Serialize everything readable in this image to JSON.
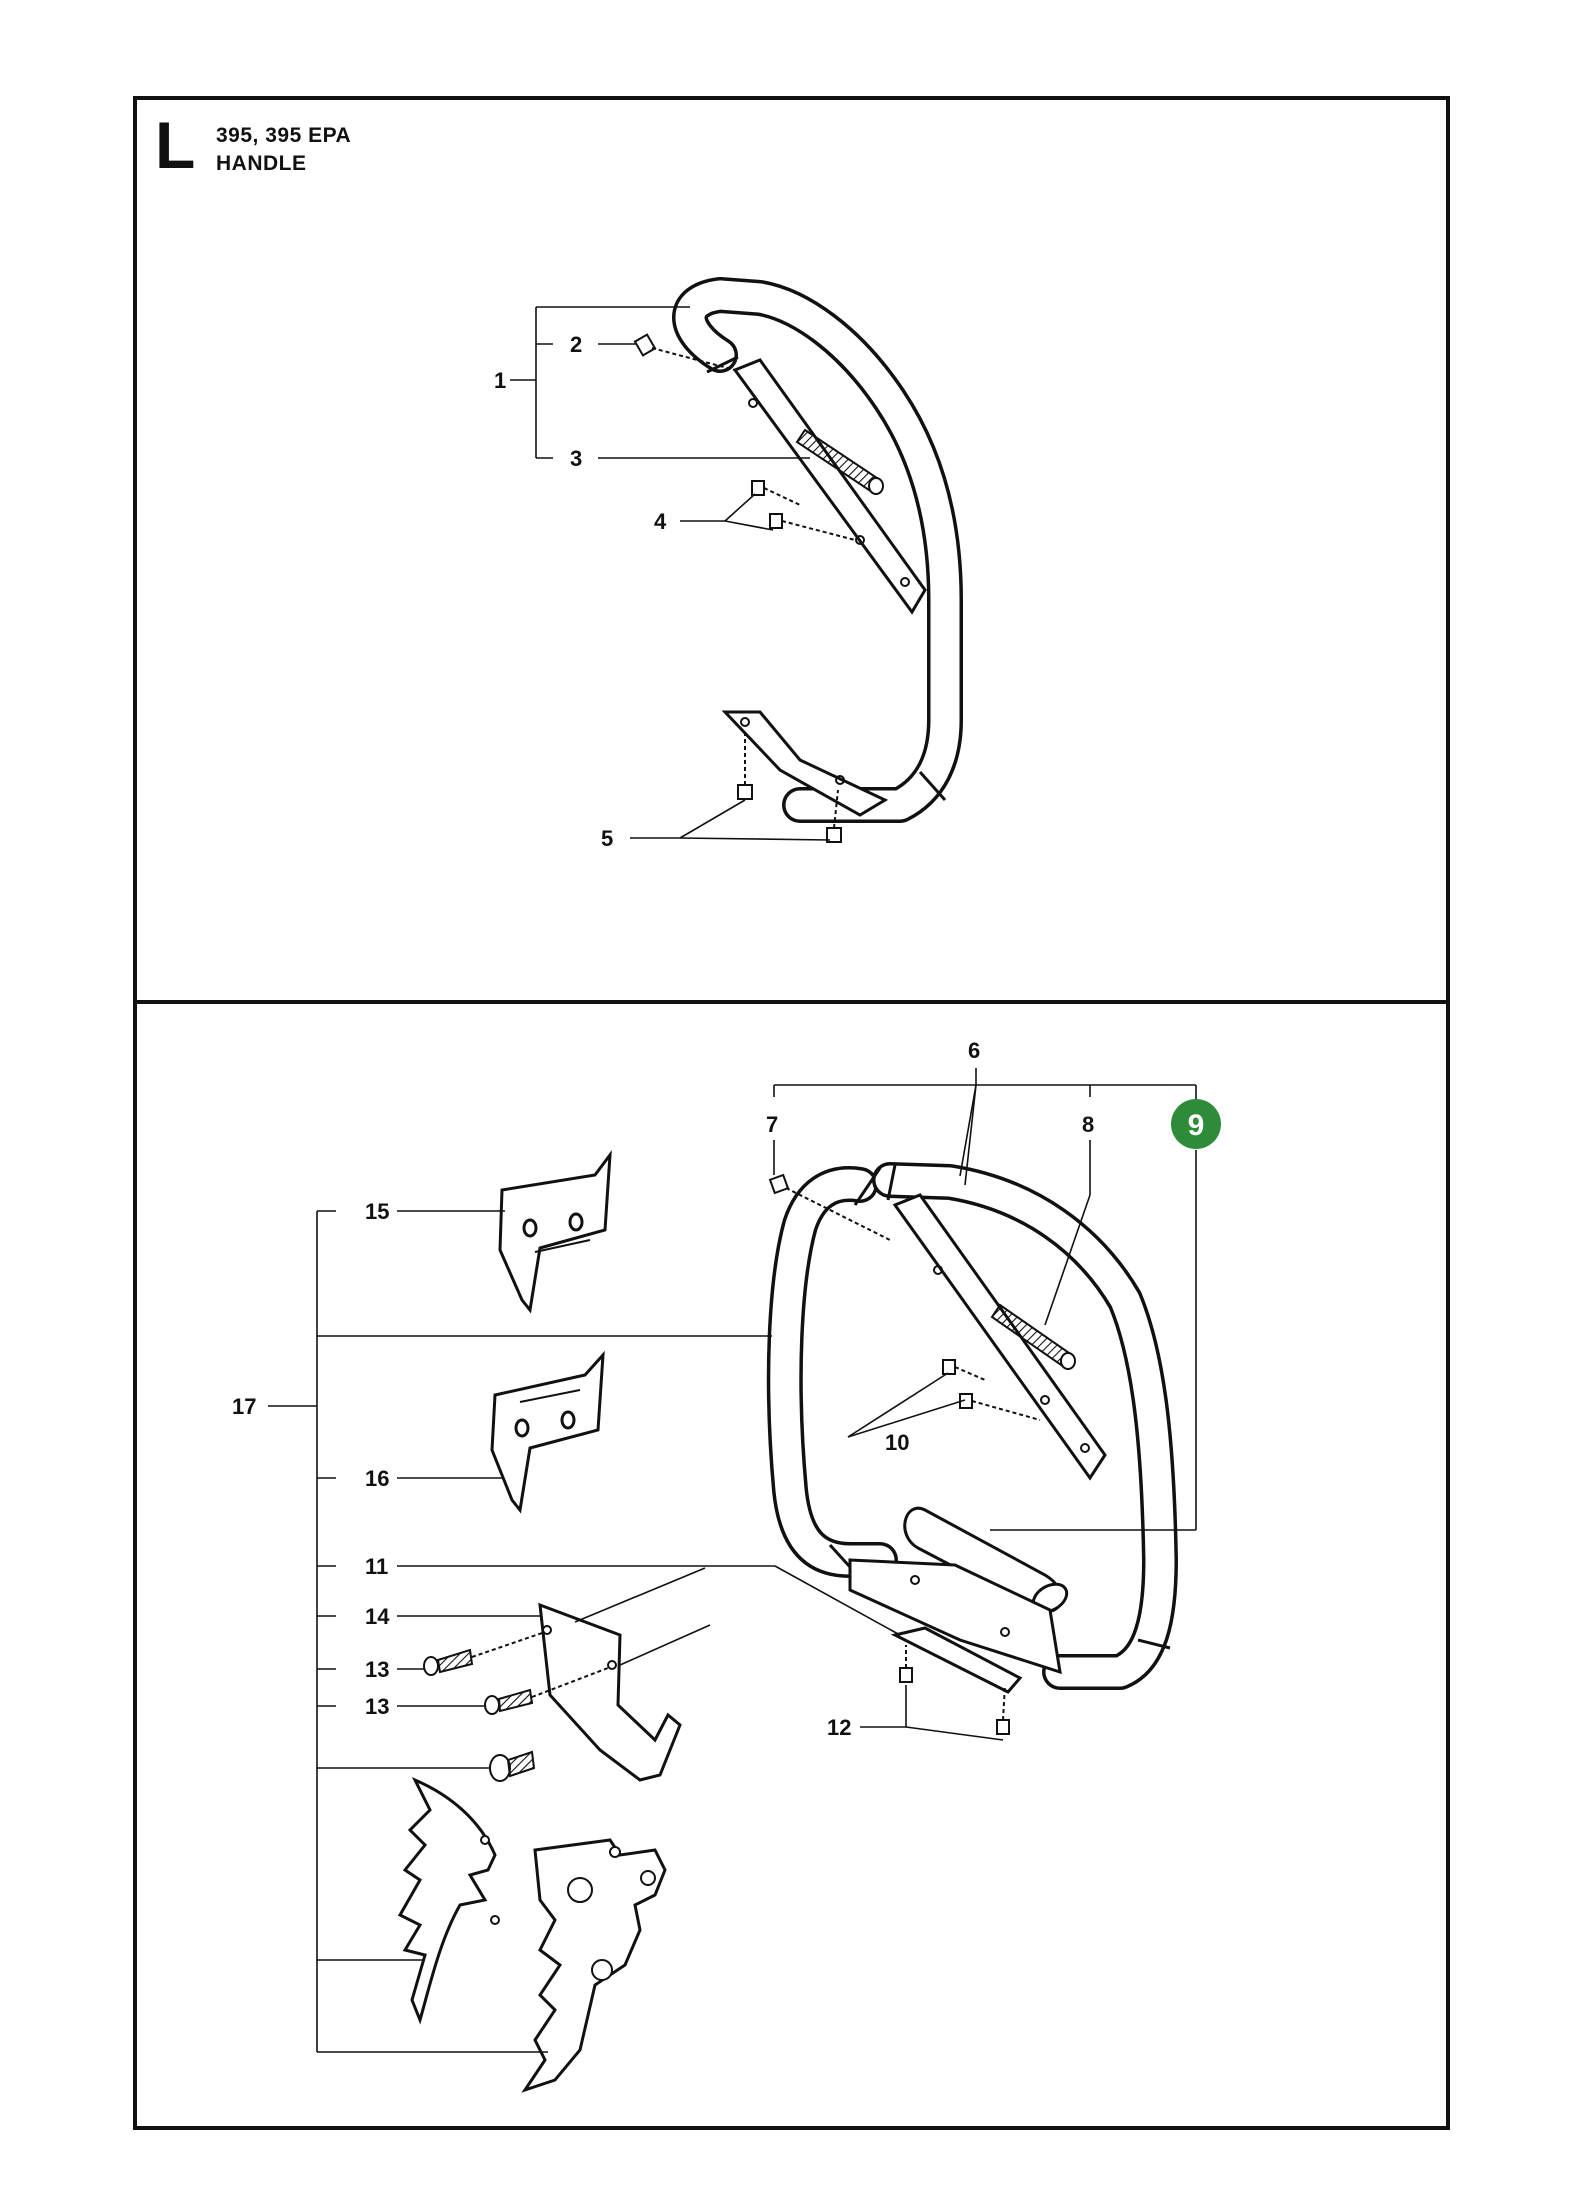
{
  "header": {
    "section_letter": "L",
    "model": "395, 395 EPA",
    "title": "HANDLE"
  },
  "top_panel": {
    "part_labels": [
      "1",
      "2",
      "3",
      "4",
      "5"
    ]
  },
  "bottom_panel": {
    "part_labels": [
      "6",
      "7",
      "8",
      "10",
      "11",
      "12",
      "13",
      "13",
      "14",
      "15",
      "16",
      "17"
    ],
    "highlight_badge": {
      "label": "9",
      "color": "#2e8b3a"
    }
  },
  "colors": {
    "line": "#111111",
    "background": "#ffffff",
    "accent": "#2e8b3a"
  }
}
